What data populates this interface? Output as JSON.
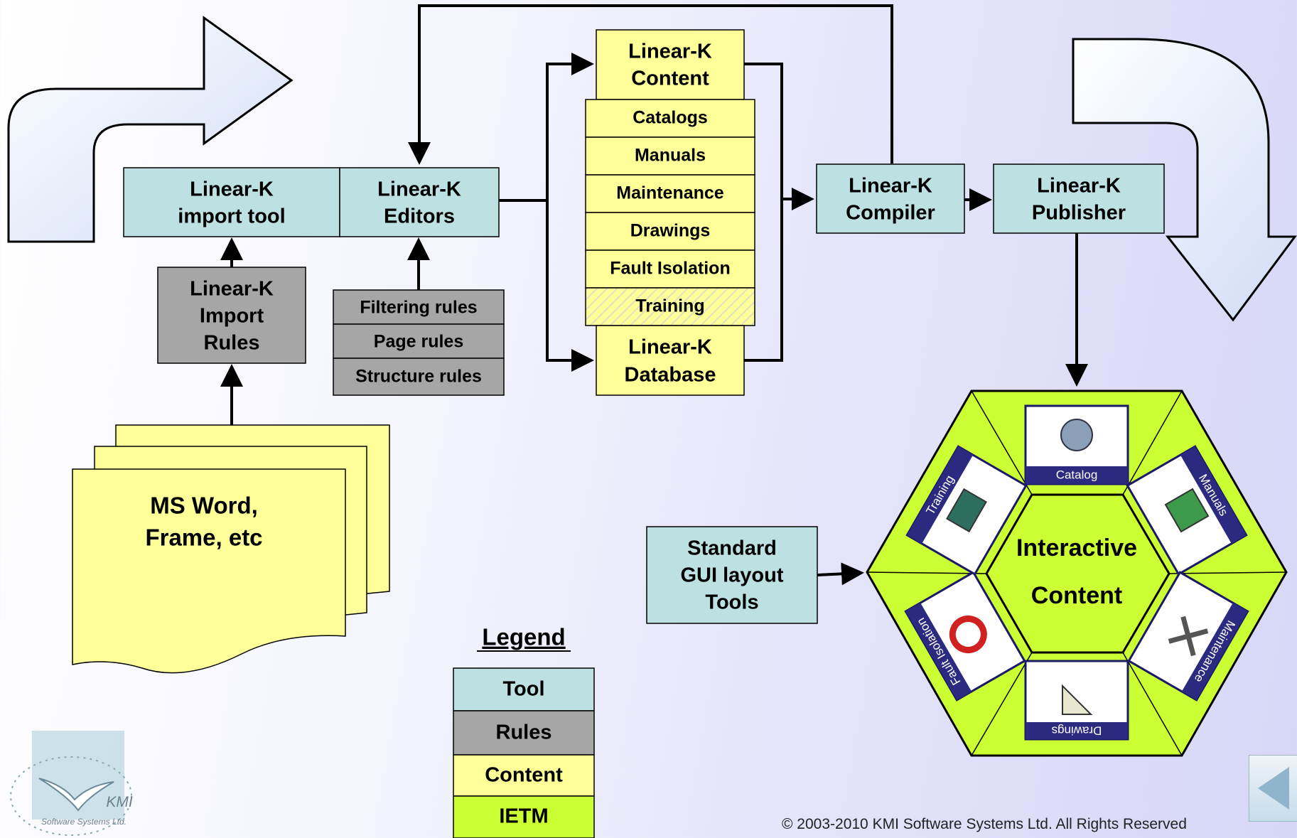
{
  "nodes": {
    "import_tool": [
      "Linear-K",
      "import tool"
    ],
    "editors": [
      "Linear-K",
      "Editors"
    ],
    "import_rules": [
      "Linear-K",
      "Import",
      "Rules"
    ],
    "editor_rules": [
      "Filtering rules",
      "Page rules",
      "Structure rules"
    ],
    "content": [
      "Linear-K",
      "Content"
    ],
    "content_items": [
      "Catalogs",
      "Manuals",
      "Maintenance",
      "Drawings",
      "Fault Isolation",
      "Training"
    ],
    "database": [
      "Linear-K",
      "Database"
    ],
    "compiler": [
      "Linear-K",
      "Compiler"
    ],
    "publisher": [
      "Linear-K",
      "Publisher"
    ],
    "source_docs": [
      "MS Word,",
      "Frame, etc"
    ],
    "gui_tools": [
      "Standard",
      "GUI layout",
      "Tools"
    ],
    "interactive": [
      "Interactive",
      "Content"
    ]
  },
  "hexagon_tiles": [
    "Catalog",
    "Manuals",
    "Maintenance",
    "Drawings",
    "Fault Isolation",
    "Training"
  ],
  "legend": {
    "title": "Legend",
    "items": [
      {
        "label": "Tool",
        "color": "#bde0e3"
      },
      {
        "label": "Rules",
        "color": "#a6a6a6"
      },
      {
        "label": "Content",
        "color": "#ffff99"
      },
      {
        "label": "IETM",
        "color": "#ccff33"
      }
    ]
  },
  "logo": {
    "company": "KMI",
    "tagline": "Software Systems Ltd."
  },
  "footer": "© 2003-2010 KMI Software Systems Ltd. All Rights Reserved",
  "colors": {
    "tool": "#bde0e3",
    "rules": "#a6a6a6",
    "content": "#ffff99",
    "ietm": "#ccff33",
    "arrow_fill": "#dce6f8"
  }
}
